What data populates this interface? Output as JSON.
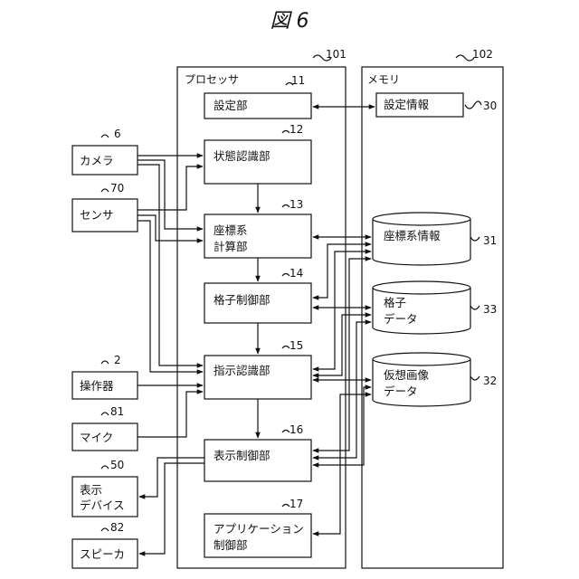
{
  "figure_title": "図 6",
  "processor": {
    "ref": "101",
    "label": "プロセッサ"
  },
  "memory": {
    "ref": "102",
    "label": "メモリ"
  },
  "units": {
    "setting": {
      "ref": "11",
      "lines": [
        "設定部"
      ]
    },
    "state_recognition": {
      "ref": "12",
      "lines": [
        "状態認識部"
      ]
    },
    "coord_calc": {
      "ref": "13",
      "lines": [
        "座標系",
        "計算部"
      ]
    },
    "grid_control": {
      "ref": "14",
      "lines": [
        "格子制御部"
      ]
    },
    "instruction_recognition": {
      "ref": "15",
      "lines": [
        "指示認識部"
      ]
    },
    "display_control": {
      "ref": "16",
      "lines": [
        "表示制御部"
      ]
    },
    "app_control": {
      "ref": "17",
      "lines": [
        "アプリケーション",
        "制御部"
      ]
    }
  },
  "memory_items": {
    "setting_info": {
      "ref": "30",
      "lines": [
        "設定情報"
      ]
    },
    "coord_info": {
      "ref": "31",
      "lines": [
        "座標系情報"
      ]
    },
    "grid_data": {
      "ref": "33",
      "lines": [
        "格子",
        "データ"
      ]
    },
    "virtual_image_data": {
      "ref": "32",
      "lines": [
        "仮想画像",
        "データ"
      ]
    }
  },
  "devices": {
    "camera": {
      "ref": "6",
      "lines": [
        "カメラ"
      ]
    },
    "sensor": {
      "ref": "70",
      "lines": [
        "センサ"
      ]
    },
    "operator": {
      "ref": "2",
      "lines": [
        "操作器"
      ]
    },
    "mic": {
      "ref": "81",
      "lines": [
        "マイク"
      ]
    },
    "display_device": {
      "ref": "50",
      "lines": [
        "表示",
        "デバイス"
      ]
    },
    "speaker": {
      "ref": "82",
      "lines": [
        "スピーカ"
      ]
    }
  }
}
